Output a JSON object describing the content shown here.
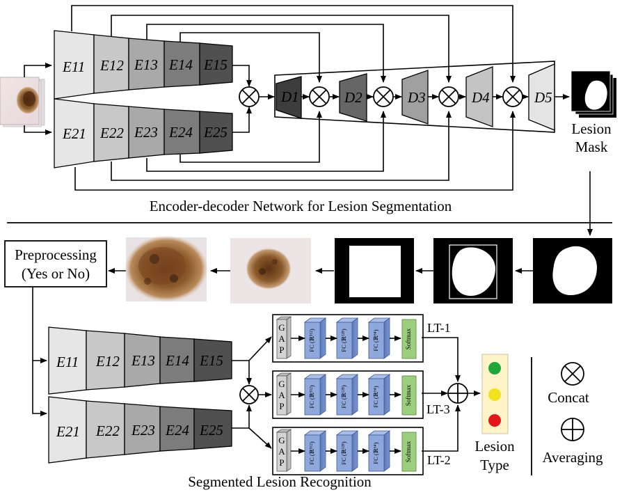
{
  "encoder_labels": [
    "E11",
    "E12",
    "E13",
    "E14",
    "E15"
  ],
  "encoder2_labels": [
    "E21",
    "E22",
    "E23",
    "E24",
    "E25"
  ],
  "decoder_labels": [
    "D1",
    "D2",
    "D3",
    "D4",
    "D5"
  ],
  "lesion_mask_line1": "Lesion",
  "lesion_mask_line2": "Mask",
  "seg_caption": "Encoder-decoder Network for Lesion Segmentation",
  "preprocessing_line1": "Preprocessing",
  "preprocessing_line2": "(Yes or No)",
  "gap_letters": [
    "G",
    "A",
    "P"
  ],
  "fc_labels": [
    "FC (ℝ⁵¹²)",
    "FC (ℝ¹²⁸)",
    "FC (ℝ⁶⁴)"
  ],
  "softmax_label": "Softmax",
  "branch_labels": [
    "LT-1",
    "LT-3",
    "LT-2"
  ],
  "lesion_type_line1": "Lesion",
  "lesion_type_line2": "Type",
  "legend_concat": "Concat",
  "legend_averaging": "Averaging",
  "rec_caption": "Segmented Lesion Recognition",
  "colors": {
    "e1": "#e6e6e6",
    "e2": "#c8c8c8",
    "e3": "#a9a9a9",
    "e4": "#7c7c7c",
    "e5": "#505050",
    "d1": "#3d3d3d",
    "d2": "#666666",
    "d3": "#a0a0a0",
    "d4": "#c4c4c4",
    "d5": "#e4e4e4",
    "gap": "#d4d4d4",
    "fc": "#8fa8dc",
    "softmax": "#9dce7e",
    "traffic_green": "#1fa83a",
    "traffic_yellow": "#f2e21c",
    "traffic_red": "#e3171a",
    "traffic_panel": "#fff3c8"
  }
}
